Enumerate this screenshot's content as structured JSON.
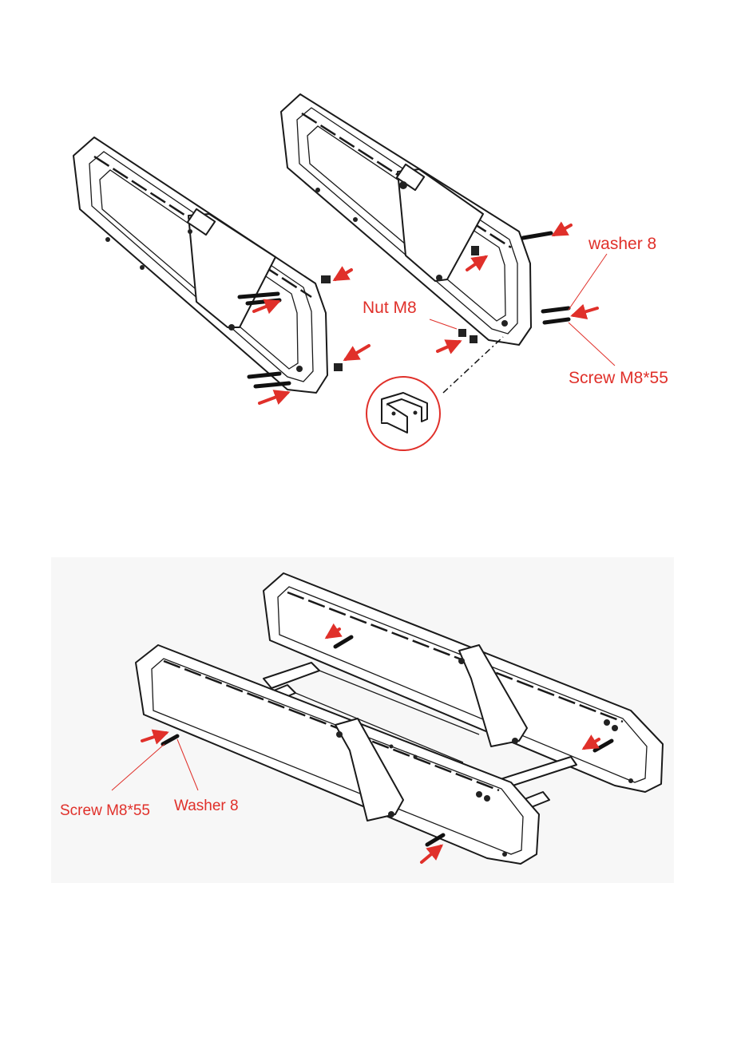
{
  "step_top": {
    "labels": {
      "washer": "washer 8",
      "nut": "Nut  M8",
      "screw": "Screw M8*55"
    },
    "callout_icon": "u-bracket-icon"
  },
  "step_bottom": {
    "labels": {
      "screw": "Screw  M8*55",
      "washer": "Washer 8"
    }
  },
  "colors": {
    "annotation": "#e0302a",
    "line": "#1a1a1a",
    "background": "#ffffff"
  }
}
